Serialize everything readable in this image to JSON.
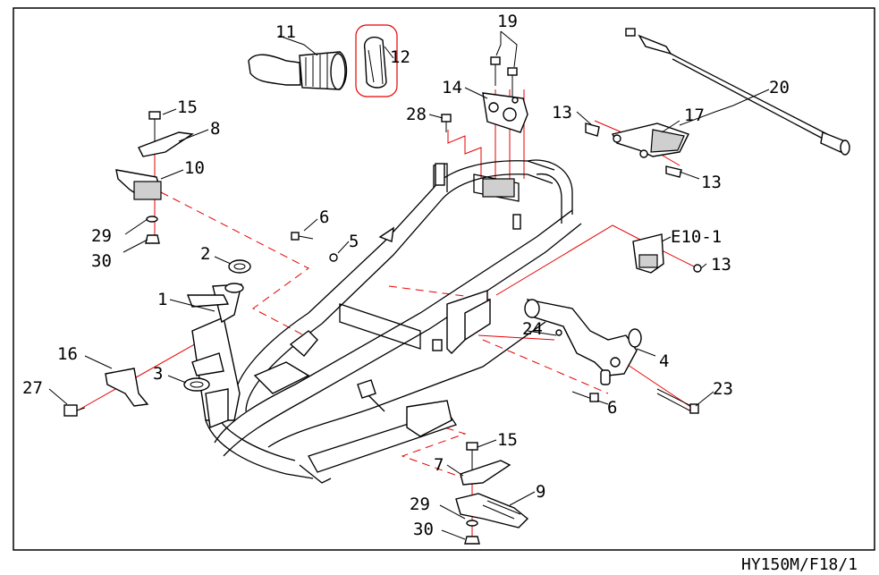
{
  "drawing": {
    "reference": "HY150M/F18/1",
    "colors": {
      "line": "#000000",
      "assembly_line": "#e60000",
      "background": "#ffffff"
    }
  },
  "callouts": [
    "11",
    "12",
    "19",
    "20",
    "14",
    "28",
    "13",
    "17",
    "13",
    "15",
    "8",
    "10",
    "6",
    "5",
    "E10-1",
    "13",
    "29",
    "30",
    "2",
    "1",
    "24",
    "4",
    "16",
    "3",
    "27",
    "6",
    "23",
    "15",
    "7",
    "9",
    "29",
    "30"
  ]
}
